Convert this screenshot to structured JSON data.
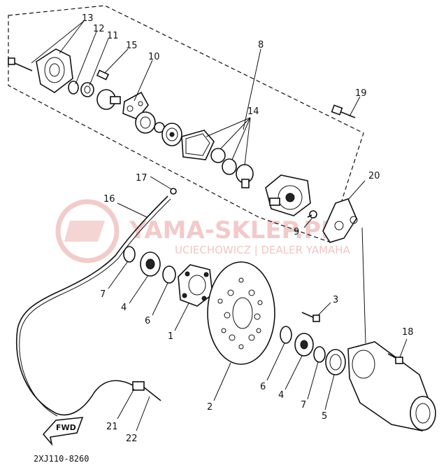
{
  "diagram_code": "2XJ110-8260",
  "watermark": {
    "brand": "YAMA-SKLEP.PL",
    "dealer": "UCIECHOWICZ | DEALER YAMAHA"
  },
  "fwd_label": "FWD",
  "callouts": {
    "c1": "1",
    "c2": "2",
    "c3": "3",
    "c4a": "4",
    "c4b": "4",
    "c5": "5",
    "c6a": "6",
    "c6b": "6",
    "c7a": "7",
    "c7b": "7",
    "c8": "8",
    "c9": "9",
    "c10": "10",
    "c11": "11",
    "c12": "12",
    "c13": "13",
    "c14": "14",
    "c15": "15",
    "c16": "16",
    "c17": "17",
    "c18": "18",
    "c19": "19",
    "c20": "20",
    "c21": "21",
    "c22": "22"
  },
  "colors": {
    "line": "#111111",
    "watermark": "#e8a0a0",
    "background": "#ffffff"
  }
}
